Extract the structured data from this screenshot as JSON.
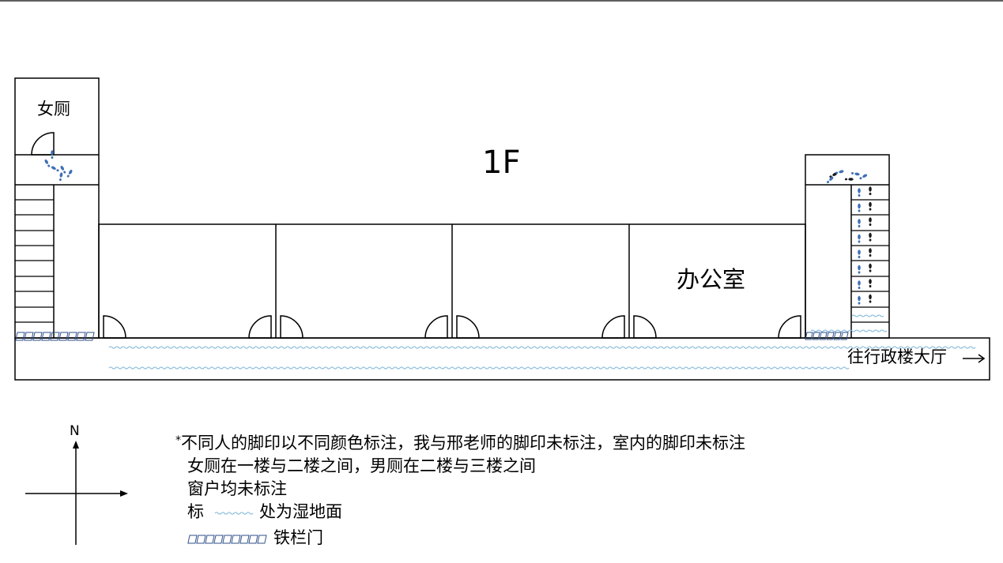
{
  "floor_title": "1F",
  "rooms": {
    "womens_restroom": "女厕",
    "office": "办公室"
  },
  "corridor": {
    "exit_label": "往行政楼大厅",
    "exit_arrow": "→"
  },
  "compass": {
    "north": "N"
  },
  "legend": {
    "star": "*",
    "note_footprints": "不同人的脚印以不同颜色标注，我与邢老师的脚印未标注，室内的脚印未标注",
    "note_restrooms": "女厕在一楼与二楼之间，男厕在二楼与三楼之间",
    "note_windows": "窗户均未标注",
    "wet_prefix": "标",
    "wet_suffix": "处为湿地面",
    "gate_label": "铁栏门"
  },
  "colors": {
    "line": "#000000",
    "wet_floor": "#7ab4d8",
    "gate": "#2f4f8a",
    "footprint_blue": "#3f6fb5",
    "footprint_black": "#1a1a1a"
  },
  "icons": [
    "door-swing-icon",
    "footprint-icon",
    "wet-floor-wave-icon",
    "iron-gate-icon",
    "compass-arrow-icon"
  ]
}
